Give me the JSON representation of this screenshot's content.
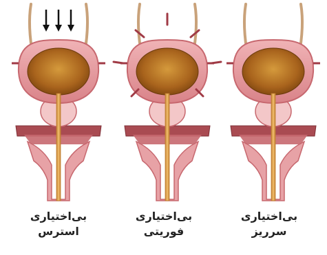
{
  "figure": {
    "panels": [
      {
        "id": "stress",
        "line1": "بی‌اختیاری",
        "line2": "استرس"
      },
      {
        "id": "urge",
        "line1": "بی‌اختیاری",
        "line2": "فوریتی"
      },
      {
        "id": "overflow",
        "line1": "بی‌اختیاری",
        "line2": "سرریز"
      }
    ]
  },
  "colors": {
    "background": "#ffffff",
    "tissue": "#e7a2a6",
    "tissue_light": "#f3c7c8",
    "tissue_dark": "#c7686f",
    "muscle": "#a94b52",
    "urine_light": "#d59a3c",
    "urine_dark": "#8a4e12",
    "tube": "#e8a34a",
    "tube_outline": "#c07d2f",
    "ureter": "#c9a27a",
    "arrow": "#111111",
    "tick": "#a03a45"
  },
  "icons": {
    "pressure_arrows": "down-arrow-icon",
    "urgency_marks": "radiating-lines-icon"
  }
}
